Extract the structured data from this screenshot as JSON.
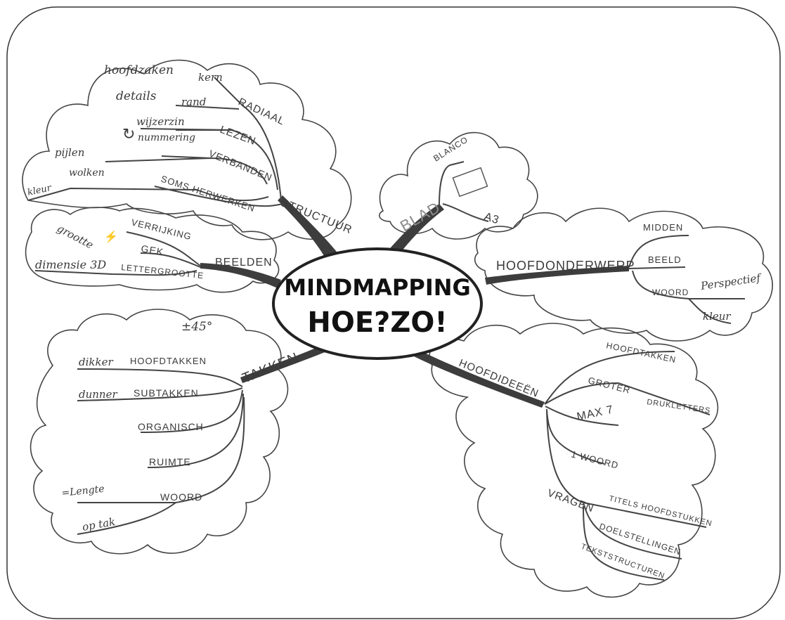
{
  "center": {
    "line1": "MINDMAPPING",
    "line2": "HOE?ZO!"
  },
  "structuur": {
    "main": "STRUCTUUR",
    "radiaal": "RADIAAL",
    "hoofdzaken": "hoofdzaken",
    "kern": "kern",
    "details": "details",
    "rand": "rand",
    "lezen": "LEZEN",
    "wijzerzin": "wijzerzin",
    "nummering": "nummering",
    "verbanden": "VERBANDEN",
    "pijlen": "pijlen",
    "wolken": "wolken",
    "kleur": "kleur",
    "herwerken": "SOMS HERWERKEN"
  },
  "beelden": {
    "main": "BEELDEN",
    "verrijking": "VERRIJKING",
    "gek": "GEK",
    "groote": "grootte",
    "lettergrootte": "LETTERGROOTTE",
    "dimensie": "dimensie 3D"
  },
  "blad": {
    "main": "BLAD",
    "blanco": "BLANCO",
    "a3": "A3"
  },
  "hoofdonderwerp": {
    "main": "HOOFDONDERWERP",
    "midden": "MIDDEN",
    "beeld": "BEELD",
    "woord": "WOORD",
    "perspectief": "Perspectief",
    "kleur": "kleur"
  },
  "takken": {
    "main": "TAKKEN",
    "angle": "±45°",
    "dikker": "dikker",
    "hoofdtakken": "HOOFDTAKKEN",
    "dunner": "dunner",
    "subtakken": "SUBTAKKEN",
    "organisch": "ORGANISCH",
    "ruimte": "RUIMTE",
    "woord": "WOORD",
    "lengte": "=Lengte",
    "optak": "op tak"
  },
  "hoofdideeen": {
    "main": "HOOFDIDEEËN",
    "hoofdtakken": "HOOFDTAKKEN",
    "groter": "GROTER",
    "drukletters": "DRUKLETTERS",
    "max": "MAX 7",
    "woord": "1 WOORD",
    "vragen": "VRAGEN",
    "titels": "TITELS HOOFDSTUKKEN",
    "doelstellingen": "DOELSTELLINGEN",
    "tekststructuren": "TEKSTSTRUCTUREN"
  }
}
